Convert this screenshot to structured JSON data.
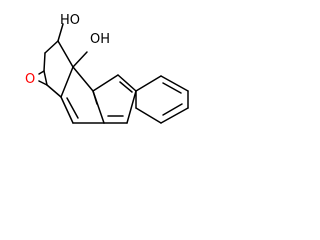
{
  "structure": {
    "labels": {
      "hydroxyl_1": "HO",
      "hydroxyl_2": "OH",
      "epoxide_oxygen": "O"
    },
    "colors": {
      "bond": "#000000",
      "oxygen": "#ff0000",
      "background": "#ffffff"
    }
  }
}
